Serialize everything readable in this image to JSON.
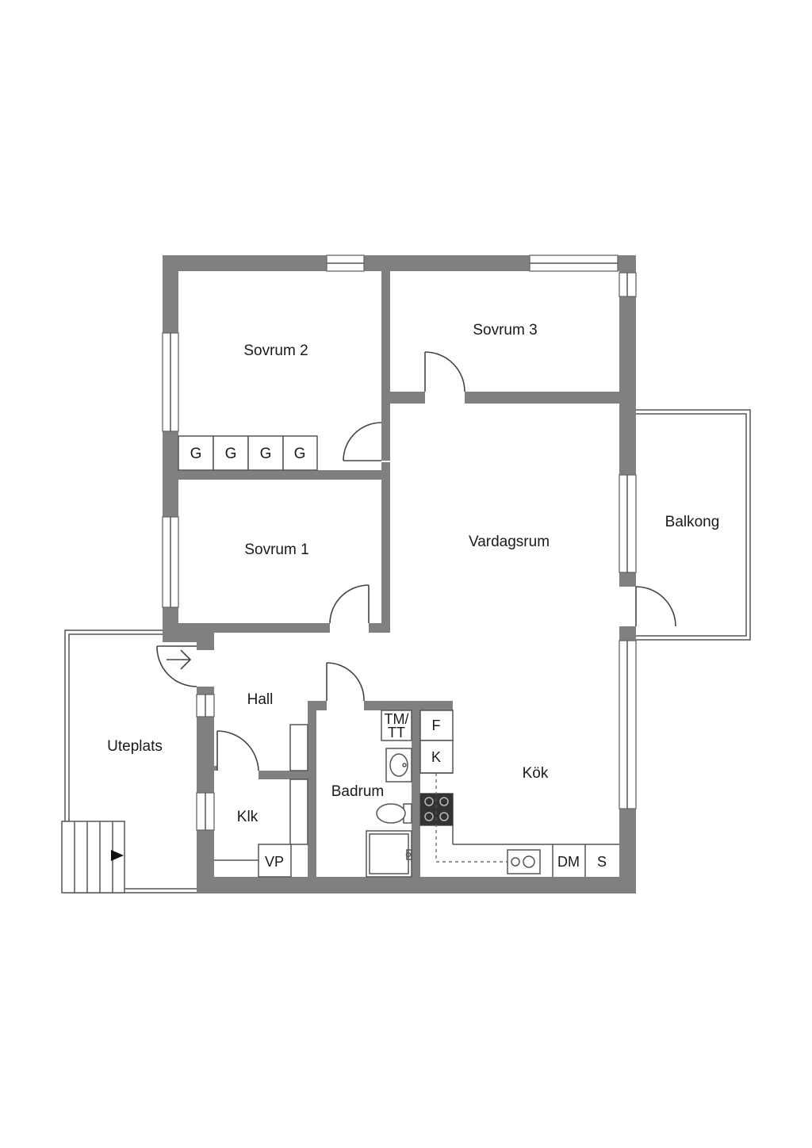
{
  "rooms": {
    "sovrum2": "Sovrum 2",
    "sovrum3": "Sovrum 3",
    "sovrum1": "Sovrum 1",
    "vardagsrum": "Vardagsrum",
    "balkong": "Balkong",
    "hall": "Hall",
    "uteplats": "Uteplats",
    "badrum": "Badrum",
    "klk": "Klk",
    "kok": "Kök"
  },
  "fixtures": {
    "wardrobes": [
      "G",
      "G",
      "G",
      "G"
    ],
    "tm_line1": "TM/",
    "tm_line2": "TT",
    "fridge": "F",
    "freezer": "K",
    "dishwasher": "DM",
    "storage": "S",
    "water_heater": "VP"
  },
  "colors": {
    "wall": "#808080",
    "background": "#ffffff",
    "stove": "#333333"
  }
}
